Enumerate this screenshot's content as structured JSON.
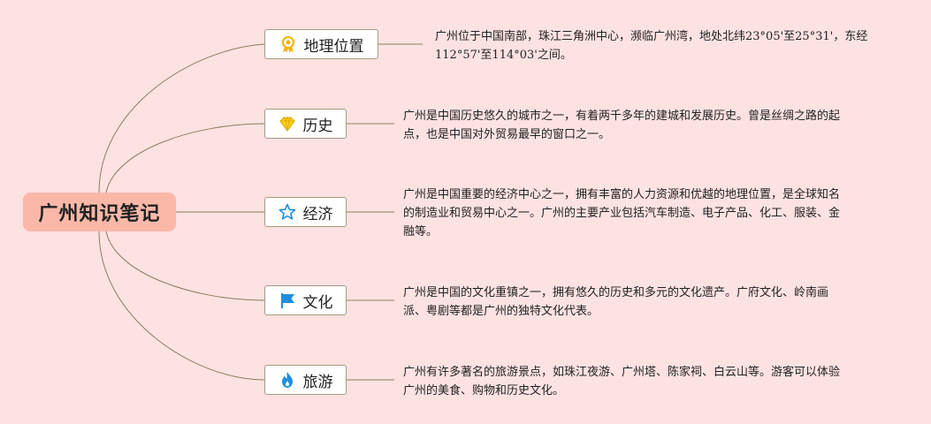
{
  "root": {
    "label": "广州知识笔记"
  },
  "branches": [
    {
      "label": "地理位置",
      "icon": "award-ribbon-icon",
      "note": "广州位于中国南部，珠江三角洲中心，濒临广州湾，地处北纬23°05'至25°31'，东经112°57'至114°03'之间。"
    },
    {
      "label": "历史",
      "icon": "diamond-icon",
      "note": "广州是中国历史悠久的城市之一，有着两千多年的建城和发展历史。曾是丝绸之路的起点，也是中国对外贸易最早的窗口之一。"
    },
    {
      "label": "经济",
      "icon": "star-icon",
      "note": "广州是中国重要的经济中心之一，拥有丰富的人力资源和优越的地理位置，是全球知名的制造业和贸易中心之一。广州的主要产业包括汽车制造、电子产品、化工、服装、金融等。"
    },
    {
      "label": "文化",
      "icon": "flag-icon",
      "note": "广州是中国的文化重镇之一，拥有悠久的历史和多元的文化遗产。广府文化、岭南画派、粤剧等都是广州的独特文化代表。"
    },
    {
      "label": "旅游",
      "icon": "flame-icon",
      "note": "广州有许多著名的旅游景点，如珠江夜游、广州塔、陈家祠、白云山等。游客可以体验广州的美食、购物和历史文化。"
    }
  ],
  "colors": {
    "background": "#fde2e2",
    "root_fill": "#fbb8a8",
    "connector": "#8b7d5e",
    "icon_gold": "#f0b400",
    "icon_yellow": "#f7d21a",
    "icon_blue": "#1f8ee0"
  }
}
